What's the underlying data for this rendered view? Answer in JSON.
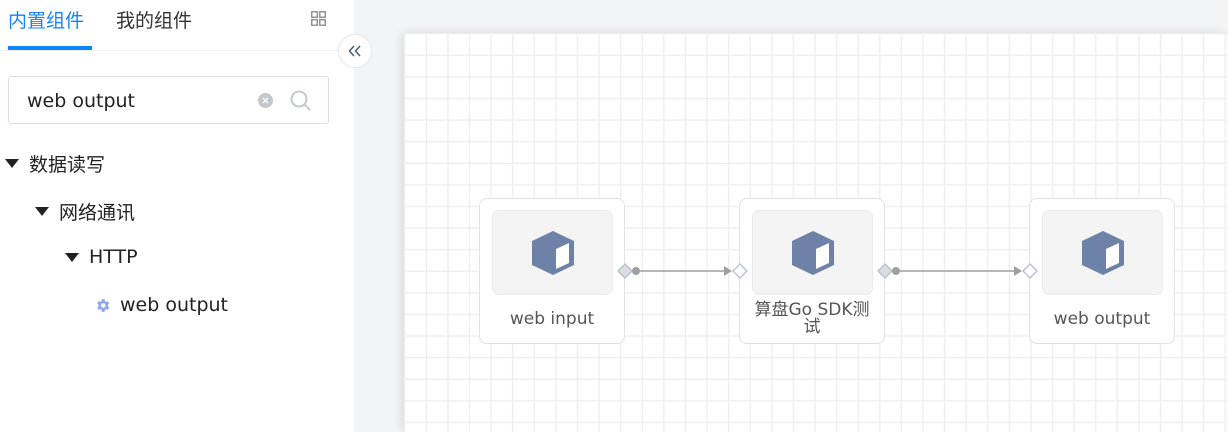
{
  "sidebar": {
    "tabs": [
      {
        "label": "内置组件",
        "active": true
      },
      {
        "label": "我的组件",
        "active": false
      }
    ],
    "grid_icon": "grid-view-icon",
    "search": {
      "value": "web output",
      "placeholder": "",
      "clear_icon": "clear-icon",
      "search_icon": "search-icon"
    },
    "tree": [
      {
        "label": "数据读写",
        "level": 0,
        "expanded": true
      },
      {
        "label": "网络通讯",
        "level": 1,
        "expanded": true
      },
      {
        "label": "HTTP",
        "level": 2,
        "expanded": true
      },
      {
        "label": "web output",
        "level": 3,
        "icon": "gear-icon"
      }
    ],
    "collapse_icon": "double-chevron-left-icon"
  },
  "canvas": {
    "nodes": [
      {
        "id": "web-input",
        "label": "web input",
        "icon": "cube-icon"
      },
      {
        "id": "sdk-test",
        "label": "算盘Go SDK测试",
        "label_line1": "算盘Go SDK测",
        "label_line2": "试",
        "icon": "cube-icon"
      },
      {
        "id": "web-output",
        "label": "web output",
        "icon": "cube-icon"
      }
    ],
    "edges": [
      {
        "from": "web-input",
        "to": "sdk-test"
      },
      {
        "from": "sdk-test",
        "to": "web-output"
      }
    ]
  },
  "colors": {
    "accent": "#0a84ff",
    "cube": "#6e82a8",
    "port": "#b4bcdc",
    "edge": "#a0a0a0"
  }
}
